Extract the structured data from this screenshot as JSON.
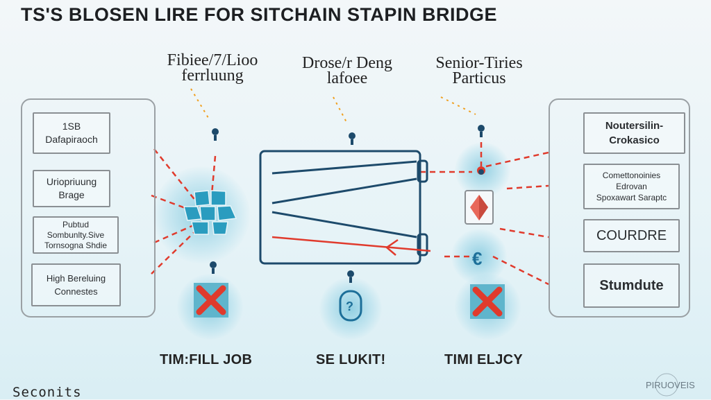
{
  "title": "TS'S BLOSEN LIRE FOR SITCHAIN STAPIN BRIDGE",
  "top_labels": [
    {
      "line1": "Fibiee/7/Lioo",
      "line2": "ferrluung"
    },
    {
      "line1": "Drose/r Deng",
      "line2": "lafoee"
    },
    {
      "line1": "Senior-Tiries",
      "line2": "Particus"
    }
  ],
  "left_boxes": [
    {
      "lines": [
        "1SB",
        "Dafapiraoch"
      ]
    },
    {
      "lines": [
        "Uriopriuung",
        "Brage"
      ]
    },
    {
      "lines": [
        "Pubtud",
        "Sombunlty.Sive",
        "Tornsogna Shdie"
      ]
    },
    {
      "lines": [
        "High Bereluing",
        "Connestes"
      ]
    }
  ],
  "right_boxes": [
    {
      "lines": [
        "Noutersilin-",
        "Crokasico"
      ]
    },
    {
      "lines": [
        "Comettonoinies",
        "Edrovan",
        "Spoxawart Saraptc"
      ]
    },
    {
      "lines": [
        "COURDRE"
      ]
    },
    {
      "lines": [
        "Stumdute"
      ]
    }
  ],
  "bottom_labels": [
    "TIM:FILL JOB",
    "SE LUKIT!",
    "TIMI ELJCY"
  ],
  "footer": "Seconits",
  "watermark": "PIRUOVEIS",
  "colors": {
    "navy": "#1d4a6b",
    "red": "#e03a2c",
    "teal": "#2a9cbf",
    "orange": "#f0a020"
  }
}
